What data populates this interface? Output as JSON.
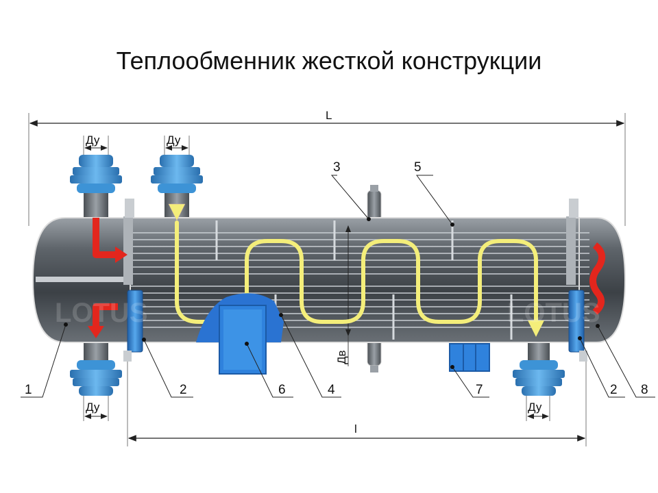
{
  "title": "Теплообменник жесткой конструкции",
  "dimensions": {
    "overall_length": "L",
    "tube_length": "l",
    "nozzle_diameter": "Ду",
    "shell_diameter": "Дв"
  },
  "callouts": [
    "1",
    "2",
    "2",
    "3",
    "4",
    "5",
    "6",
    "7",
    "8"
  ],
  "watermark": "LOTUS",
  "colors": {
    "shell": "#4e5358",
    "nozzle_flange": "#3d93d6",
    "tube_sheet": "#2f7fd0",
    "saddle_support": "#2a73d2",
    "hot_flow": "#e3261d",
    "cold_flow": "#f4ee7a"
  }
}
